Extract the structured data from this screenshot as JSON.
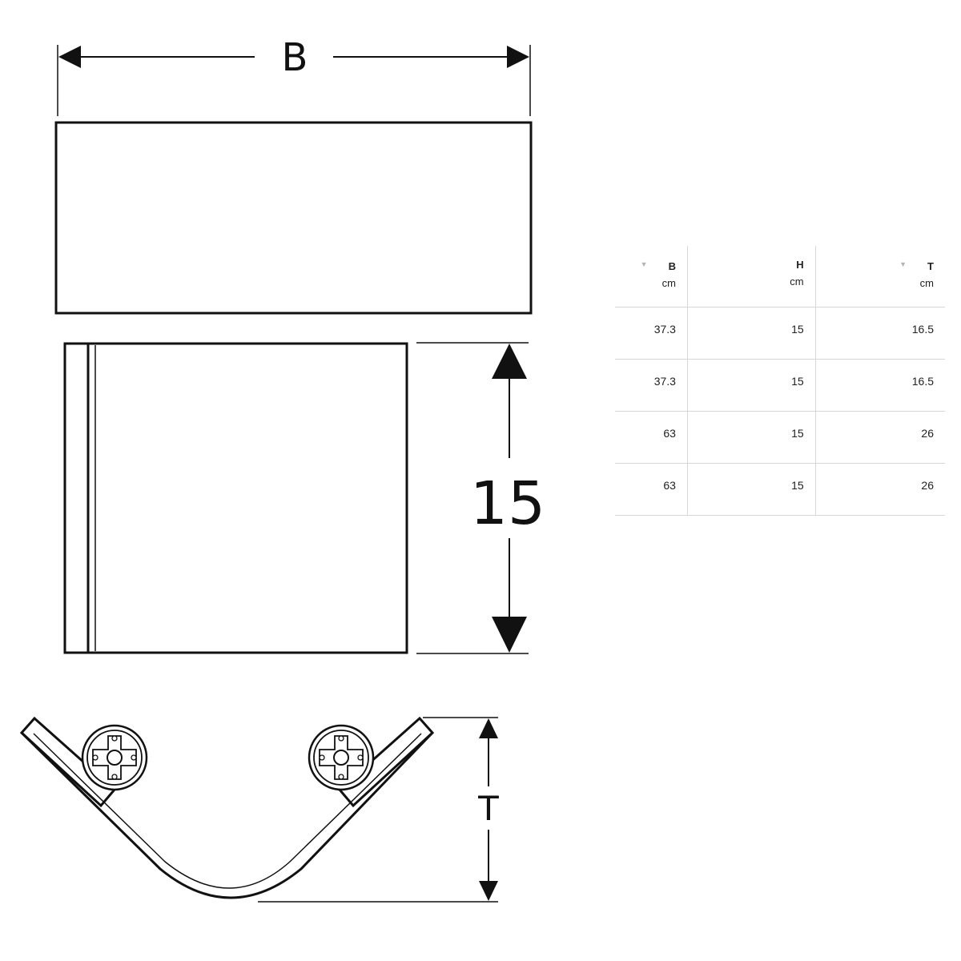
{
  "drawing": {
    "width_label": "B",
    "height_label": "15",
    "depth_label": "T"
  },
  "table": {
    "columns": [
      {
        "label": "B",
        "unit": "cm",
        "sortable": true
      },
      {
        "label": "H",
        "unit": "cm",
        "sortable": false
      },
      {
        "label": "T",
        "unit": "cm",
        "sortable": true
      }
    ],
    "rows": [
      [
        "37.3",
        "15",
        "16.5"
      ],
      [
        "37.3",
        "15",
        "16.5"
      ],
      [
        "63",
        "15",
        "26"
      ],
      [
        "63",
        "15",
        "26"
      ]
    ]
  }
}
